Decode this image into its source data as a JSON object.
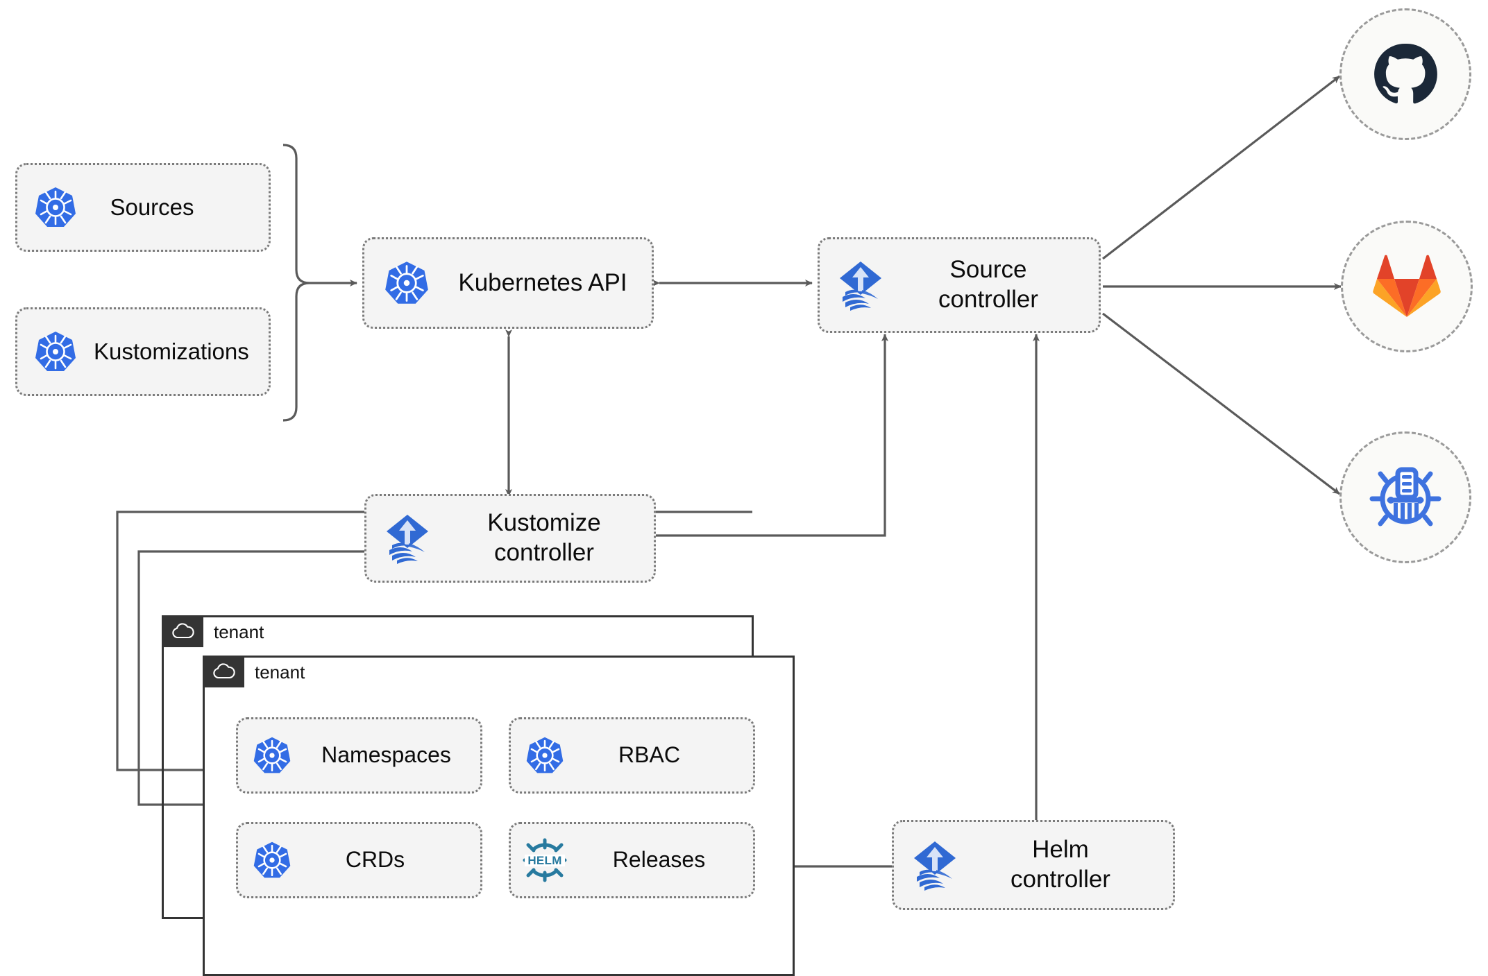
{
  "diagram": {
    "title": "Flux GitOps multi-tenancy architecture",
    "palette": {
      "k8s_blue": "#326CE5",
      "flux_blue": "#3069D3",
      "helm_teal": "#277A9F",
      "github_dark": "#1B1F23",
      "gitlab_orange": "#E24329",
      "gitlab_amber": "#FCA326",
      "chart_blue": "#3E72DF",
      "node_fill": "#F4F4F4",
      "node_border": "#7A7A7A",
      "tenant_border": "#343434",
      "tenant_tab": "#343434",
      "arrow": "#5A5A5A",
      "text": "#0B0B0B"
    },
    "nodes": [
      {
        "id": "sources",
        "label": "Sources",
        "icon": "kubernetes-icon"
      },
      {
        "id": "kustomizations",
        "label": "Kustomizations",
        "icon": "kubernetes-icon"
      },
      {
        "id": "kubernetes-api",
        "label": "Kubernetes API",
        "icon": "kubernetes-icon"
      },
      {
        "id": "source-controller",
        "label": "Source\ncontroller",
        "icon": "flux-icon"
      },
      {
        "id": "kustomize-controller",
        "label": "Kustomize\ncontroller",
        "icon": "flux-icon"
      },
      {
        "id": "helm-controller",
        "label": "Helm\ncontroller",
        "icon": "flux-icon"
      },
      {
        "id": "namespaces",
        "label": "Namespaces",
        "icon": "kubernetes-icon"
      },
      {
        "id": "rbac",
        "label": "RBAC",
        "icon": "kubernetes-icon"
      },
      {
        "id": "crds",
        "label": "CRDs",
        "icon": "kubernetes-icon"
      },
      {
        "id": "releases",
        "label": "Releases",
        "icon": "helm-icon"
      }
    ],
    "endpoints": [
      {
        "id": "github",
        "icon": "github-icon"
      },
      {
        "id": "gitlab",
        "icon": "gitlab-icon"
      },
      {
        "id": "helm-repository",
        "icon": "helm-repository-icon"
      }
    ],
    "tenants": [
      {
        "id": "tenant-outer",
        "label": "tenant",
        "icon": "cloud-icon"
      },
      {
        "id": "tenant-inner",
        "label": "tenant",
        "icon": "cloud-icon"
      }
    ]
  }
}
